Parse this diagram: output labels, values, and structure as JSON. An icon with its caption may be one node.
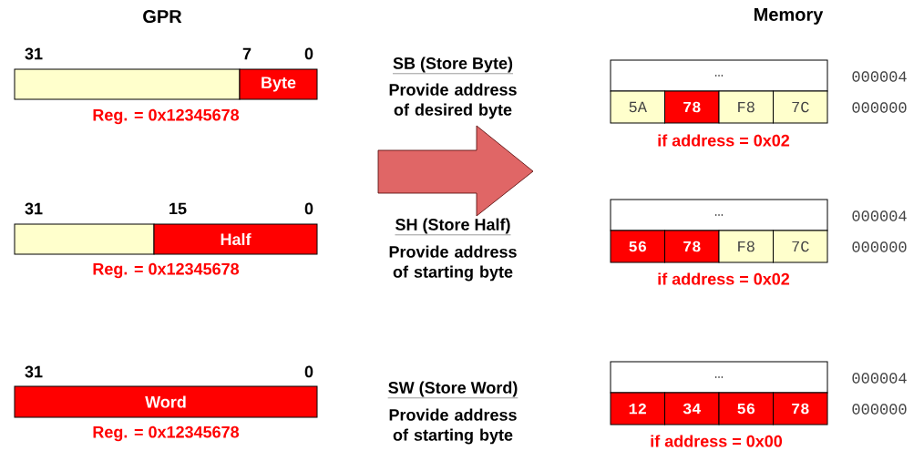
{
  "diagram": {
    "nodes": [
      {
        "text": [],
        "shape": "box"
      },
      {
        "text": [
          "Byte"
        ]
      },
      {
        "text": [],
        "shape": "box"
      },
      {
        "text": [
          "Half"
        ]
      },
      {
        "text": [
          "Word"
        ]
      },
      {
        "text": [
          "..."
        ]
      },
      {
        "text": [
          "5A"
        ]
      },
      {
        "text": [
          "78"
        ]
      },
      {
        "text": [
          "F8"
        ]
      },
      {
        "text": [
          "7C"
        ]
      },
      {
        "text": [
          "..."
        ]
      },
      {
        "text": [
          "56"
        ]
      },
      {
        "text": [
          "78"
        ]
      },
      {
        "text": [
          "F8"
        ]
      },
      {
        "text": [
          "7C"
        ]
      },
      {
        "text": [
          "..."
        ]
      },
      {
        "text": [
          "12"
        ]
      },
      {
        "text": [
          "34"
        ]
      },
      {
        "text": [
          "56"
        ]
      },
      {
        "text": [
          "78"
        ]
      }
    ],
    "labels": [
      "GPR",
      "Memory",
      "31",
      "7",
      "0",
      "SB (Store Byte)",
      "Provide address of desired byte",
      "000004",
      "000000",
      "Reg. = 0x12345678",
      "if address = 0x02",
      "31",
      "15",
      "0",
      "SH (Store Half)",
      "Provide address of starting byte",
      "000004",
      "000000",
      "Reg. = 0x12345678",
      "if address = 0x02",
      "31",
      "0",
      "SW (Store Word)",
      "Provide address of starting byte",
      "000004",
      "000000",
      "Reg. = 0x12345678",
      "if address = 0x00"
    ]
  }
}
